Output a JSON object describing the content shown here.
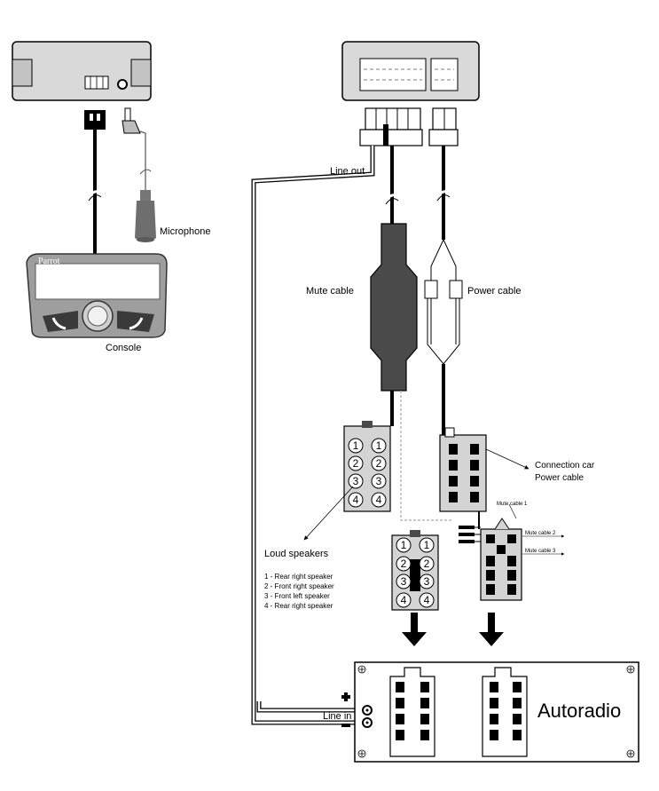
{
  "labels": {
    "microphone": "Microphone",
    "console": "Console",
    "parrot_logo": "Parrot",
    "line_out": "Line out",
    "mute_cable": "Mute cable",
    "power_cable": "Power cable",
    "connection_car_line1": "Connection car",
    "connection_car_line2": "Power cable",
    "loud_speakers": "Loud speakers",
    "mute_cable_1": "Mute cable 1",
    "mute_cable_2": "Mute cable 2",
    "mute_cable_3": "Mute cable 3",
    "line_in": "Line in",
    "autoradio": "Autoradio"
  },
  "speaker_legend": [
    "1 - Rear right speaker",
    "2 - Front right speaker",
    "3 - Front left speaker",
    "4 - Rear right speaker"
  ],
  "pin_numbers": [
    "1",
    "1",
    "2",
    "2",
    "3",
    "3",
    "4",
    "4"
  ],
  "colors": {
    "cable": "#000000",
    "mute_box": "#4a4a4a",
    "device_body": "#d9d9d9",
    "connector_gray": "#cfcfcf",
    "console_frame": "#9a9a9a"
  }
}
